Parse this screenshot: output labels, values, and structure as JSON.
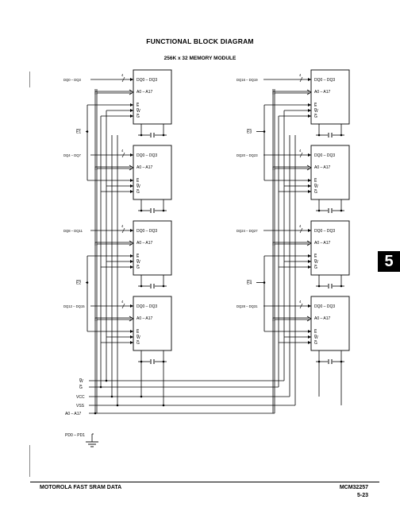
{
  "header": {
    "title": "FUNCTIONAL BLOCK DIAGRAM",
    "subtitle": "256K x 32 MEMORY MODULE"
  },
  "chip_pins": {
    "dq": "DQ0 – DQ3",
    "addr": "A0 – A17",
    "e": "E",
    "w": "W",
    "g": "G",
    "bus_width": "4"
  },
  "left_column": {
    "dq_labels": [
      "DQ0 – DQ3",
      "DQ4 – DQ7",
      "DQ8 – DQ11",
      "DQ12 – DQ15"
    ],
    "enable_labels": [
      "E1",
      "E2"
    ]
  },
  "right_column": {
    "dq_labels": [
      "DQ16 – DQ19",
      "DQ20 – DQ23",
      "DQ24 – DQ27",
      "DQ28 – DQ31"
    ],
    "enable_labels": [
      "E3",
      "E4"
    ]
  },
  "bus_signals": {
    "w": "W",
    "g": "G",
    "vcc": "VCC",
    "vss": "VSS",
    "addr": "A0 – A17",
    "pd": "PD0 – PD1"
  },
  "section_tab": "5",
  "footer": {
    "left": "MOTOROLA FAST SRAM DATA",
    "part": "MCM32257",
    "page": "5-23"
  },
  "colors": {
    "ink": "#000000",
    "paper": "#ffffff"
  }
}
